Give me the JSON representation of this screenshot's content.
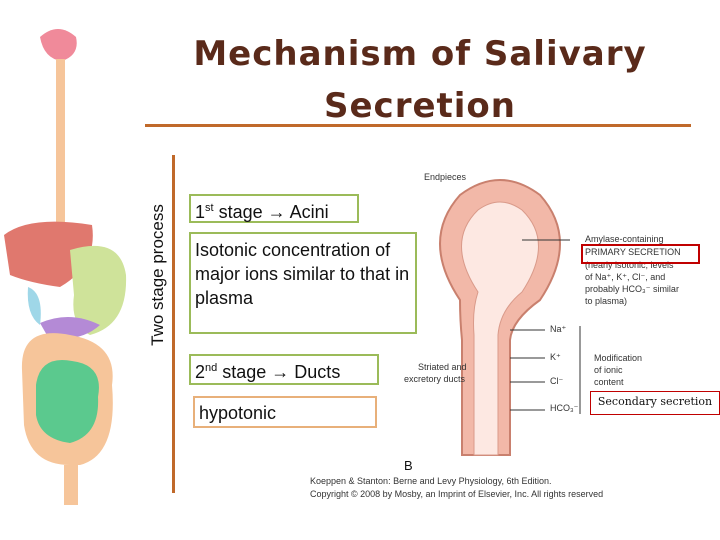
{
  "title": "Mechanism of Salivary Secretion",
  "side_label": "Two stage process",
  "stage1": {
    "ordinal": "1",
    "sup": "st",
    "text": " stage → Acini"
  },
  "stage1_desc": "Isotonic concentration of major ions similar to that in plasma",
  "stage2": {
    "ordinal": "2",
    "sup": "nd",
    "text": " stage → Ducts"
  },
  "stage2_desc": "hypotonic",
  "figure": {
    "endpieces": "Endpieces",
    "primary_1": "Amylase-containing",
    "primary_2": "PRIMARY SECRETION",
    "primary_3": "(nearly isotonic; levels",
    "primary_4": "of Na⁺, K⁺, Cl⁻, and",
    "primary_5": "probably HCO₃⁻ similar",
    "primary_6": "to plasma)",
    "na": "Na⁺",
    "k": "K⁺",
    "cl": "Cl⁻",
    "hco3": "HCO₃⁻",
    "mod_1": "Modification",
    "mod_2": "of ionic",
    "mod_3": "content",
    "striated_1": "Striated and",
    "striated_2": "excretory ducts",
    "panel_letter": "B",
    "credit_1": "Koeppen & Stanton: Berne and Levy Physiology, 6th Edition.",
    "credit_2": "Copyright © 2008 by Mosby, an Imprint of Elsevier, Inc. All rights reserved"
  },
  "secondary_label": "Secondary secretion",
  "colors": {
    "title": "#5a2a1a",
    "rule": "#c0692a",
    "box_border": "#9bbb59",
    "hypotonic_border": "#e8b07a",
    "highlight": "#c00000"
  }
}
